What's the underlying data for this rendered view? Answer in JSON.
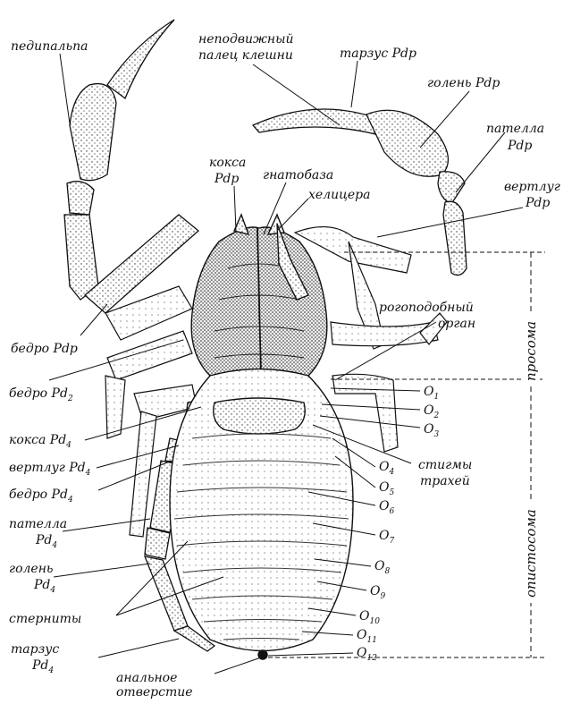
{
  "labels": [
    {
      "id": "pedipalp",
      "text": "педипальпа"
    },
    {
      "id": "immovable-finger-l1",
      "text": "неподвижный"
    },
    {
      "id": "immovable-finger-l2",
      "text": "палец клешни"
    },
    {
      "id": "tarsus-pdp",
      "text": "тарзус Pdp"
    },
    {
      "id": "tibia-pdp",
      "text": "голень Pdp"
    },
    {
      "id": "patella-pdp-l1",
      "text": "пателла"
    },
    {
      "id": "patella-pdp-l2",
      "text": "Pdp"
    },
    {
      "id": "coxa-pdp-l1",
      "text": "кокса"
    },
    {
      "id": "coxa-pdp-l2",
      "text": "Pdp"
    },
    {
      "id": "gnathobase",
      "text": "гнатобаза"
    },
    {
      "id": "chelicera",
      "text": "хелицера"
    },
    {
      "id": "trochanter-pdp-l1",
      "text": "вертлуг"
    },
    {
      "id": "trochanter-pdp-l2",
      "text": "Pdp"
    },
    {
      "id": "horn-organ-l1",
      "text": "рогоподобный"
    },
    {
      "id": "horn-organ-l2",
      "text": "орган"
    },
    {
      "id": "femur-pdp",
      "text": "бедро Pdp"
    },
    {
      "id": "femur-pd2",
      "text": "бедро Pd",
      "sub": "2"
    },
    {
      "id": "coxa-pd4",
      "text": "кокса Pd",
      "sub": "4"
    },
    {
      "id": "trochanter-pd4",
      "text": "вертлуг Pd",
      "sub": "4"
    },
    {
      "id": "femur-pd4",
      "text": "бедро Pd",
      "sub": "4"
    },
    {
      "id": "patella-pd4-l1",
      "text": "пателла"
    },
    {
      "id": "patella-pd4-l2",
      "text": "Pd",
      "sub": "4"
    },
    {
      "id": "tibia-pd4-l1",
      "text": "голень"
    },
    {
      "id": "tibia-pd4-l2",
      "text": "Pd",
      "sub": "4"
    },
    {
      "id": "sternites",
      "text": "стерниты"
    },
    {
      "id": "tarsus-pd4-l1",
      "text": "тарзус"
    },
    {
      "id": "tarsus-pd4-l2",
      "text": "Pd",
      "sub": "4"
    },
    {
      "id": "anal-l1",
      "text": "анальное"
    },
    {
      "id": "anal-l2",
      "text": "отверстие"
    },
    {
      "id": "stigmata-l1",
      "text": "стигмы"
    },
    {
      "id": "stigmata-l2",
      "text": "трахей"
    },
    {
      "id": "o1",
      "text": "O",
      "sub": "1"
    },
    {
      "id": "o2",
      "text": "O",
      "sub": "2"
    },
    {
      "id": "o3",
      "text": "O",
      "sub": "3"
    },
    {
      "id": "o4",
      "text": "O",
      "sub": "4"
    },
    {
      "id": "o5",
      "text": "O",
      "sub": "5"
    },
    {
      "id": "o6",
      "text": "O",
      "sub": "6"
    },
    {
      "id": "o7",
      "text": "O",
      "sub": "7"
    },
    {
      "id": "o8",
      "text": "O",
      "sub": "8"
    },
    {
      "id": "o9",
      "text": "O",
      "sub": "9"
    },
    {
      "id": "o10",
      "text": "O",
      "sub": "10"
    },
    {
      "id": "o11",
      "text": "O",
      "sub": "11"
    },
    {
      "id": "o12",
      "text": "O",
      "sub": "12"
    },
    {
      "id": "prosoma",
      "text": "просома"
    },
    {
      "id": "opisthosoma",
      "text": "опистосома"
    }
  ]
}
